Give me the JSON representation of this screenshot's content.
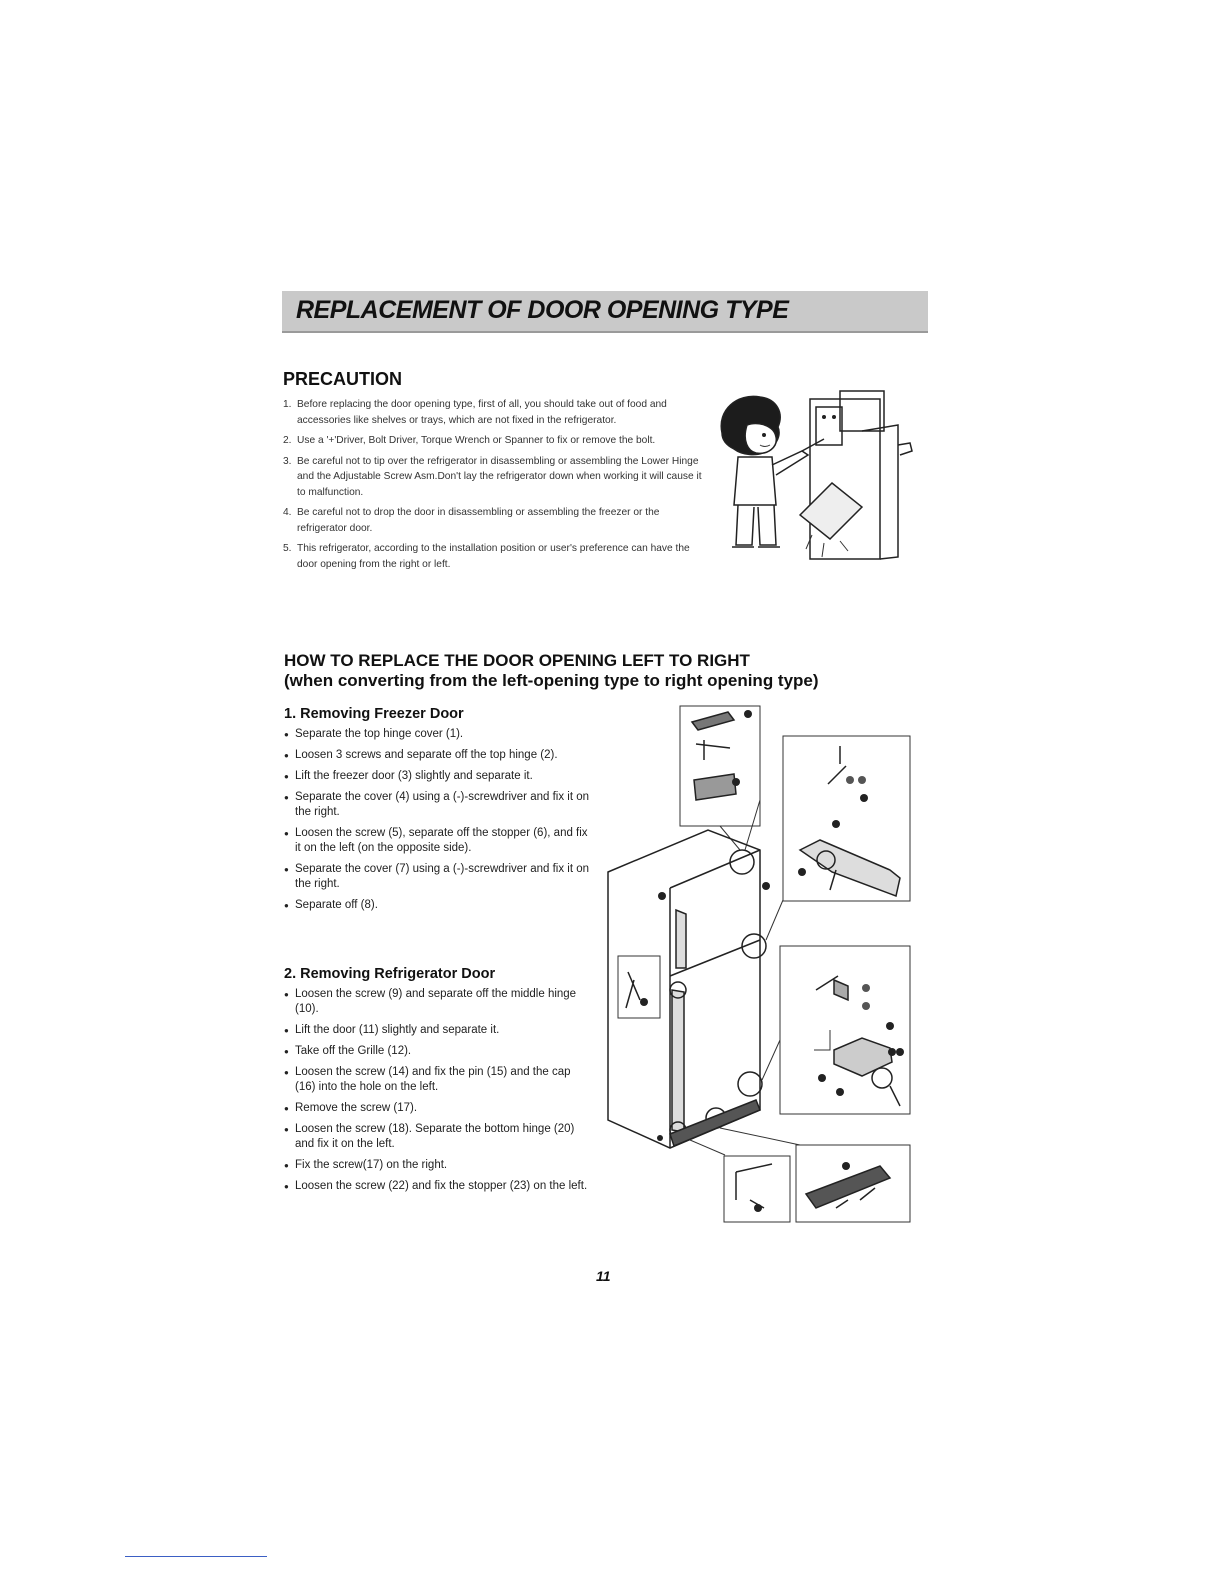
{
  "page_title": "REPLACEMENT OF DOOR OPENING TYPE",
  "precaution": {
    "heading": "PRECAUTION",
    "items": [
      {
        "num": "1.",
        "text": "Before replacing the door opening type, first of all, you should take out of food and accessories like shelves or trays, which are not fixed in the refrigerator."
      },
      {
        "num": "2.",
        "text": "Use a '+'Driver, Bolt Driver, Torque Wrench or Spanner to fix or remove the bolt."
      },
      {
        "num": "3.",
        "text": "Be careful not to tip over the refrigerator in disassembling or assembling the Lower Hinge and the Adjustable Screw Asm.Don't lay the refrigerator down when working it will cause it to malfunction."
      },
      {
        "num": "4.",
        "text": "Be careful not to drop the door in disassembling or assembling the freezer or the refrigerator door."
      },
      {
        "num": "5.",
        "text": "This refrigerator, according to the installation position or user's preference can have the door opening from the right or left."
      }
    ]
  },
  "how_to": {
    "title_line1": "HOW TO REPLACE THE DOOR OPENING LEFT TO RIGHT",
    "title_line2": "(when converting from the left-opening type to right opening type)"
  },
  "freezer": {
    "heading": "1. Removing Freezer Door",
    "items": [
      "Separate the top hinge cover (1).",
      "Loosen 3 screws and separate off the top hinge (2).",
      "Lift the freezer door (3) slightly and separate it.",
      "Separate the cover (4) using a (-)-screwdriver and fix it on the right.",
      "Loosen the screw (5), separate off the stopper (6), and fix it on the left (on the opposite side).",
      "Separate the cover (7) using a (-)-screwdriver and fix it on the right.",
      "Separate off (8)."
    ]
  },
  "refrigerator": {
    "heading": "2. Removing Refrigerator Door",
    "items": [
      "Loosen the screw (9) and separate off the middle hinge (10).",
      "Lift the door (11) slightly and separate it.",
      "Take off the Grille (12).",
      "Loosen the screw (14) and fix the pin (15) and the cap (16) into the hole on the left.",
      "Remove the screw (17).",
      "Loosen the screw (18). Separate the bottom hinge (20) and fix it on the left.",
      "Fix the screw(17) on the right.",
      "Loosen the screw (22) and fix the stopper (23) on the left."
    ]
  },
  "page_number": "11"
}
